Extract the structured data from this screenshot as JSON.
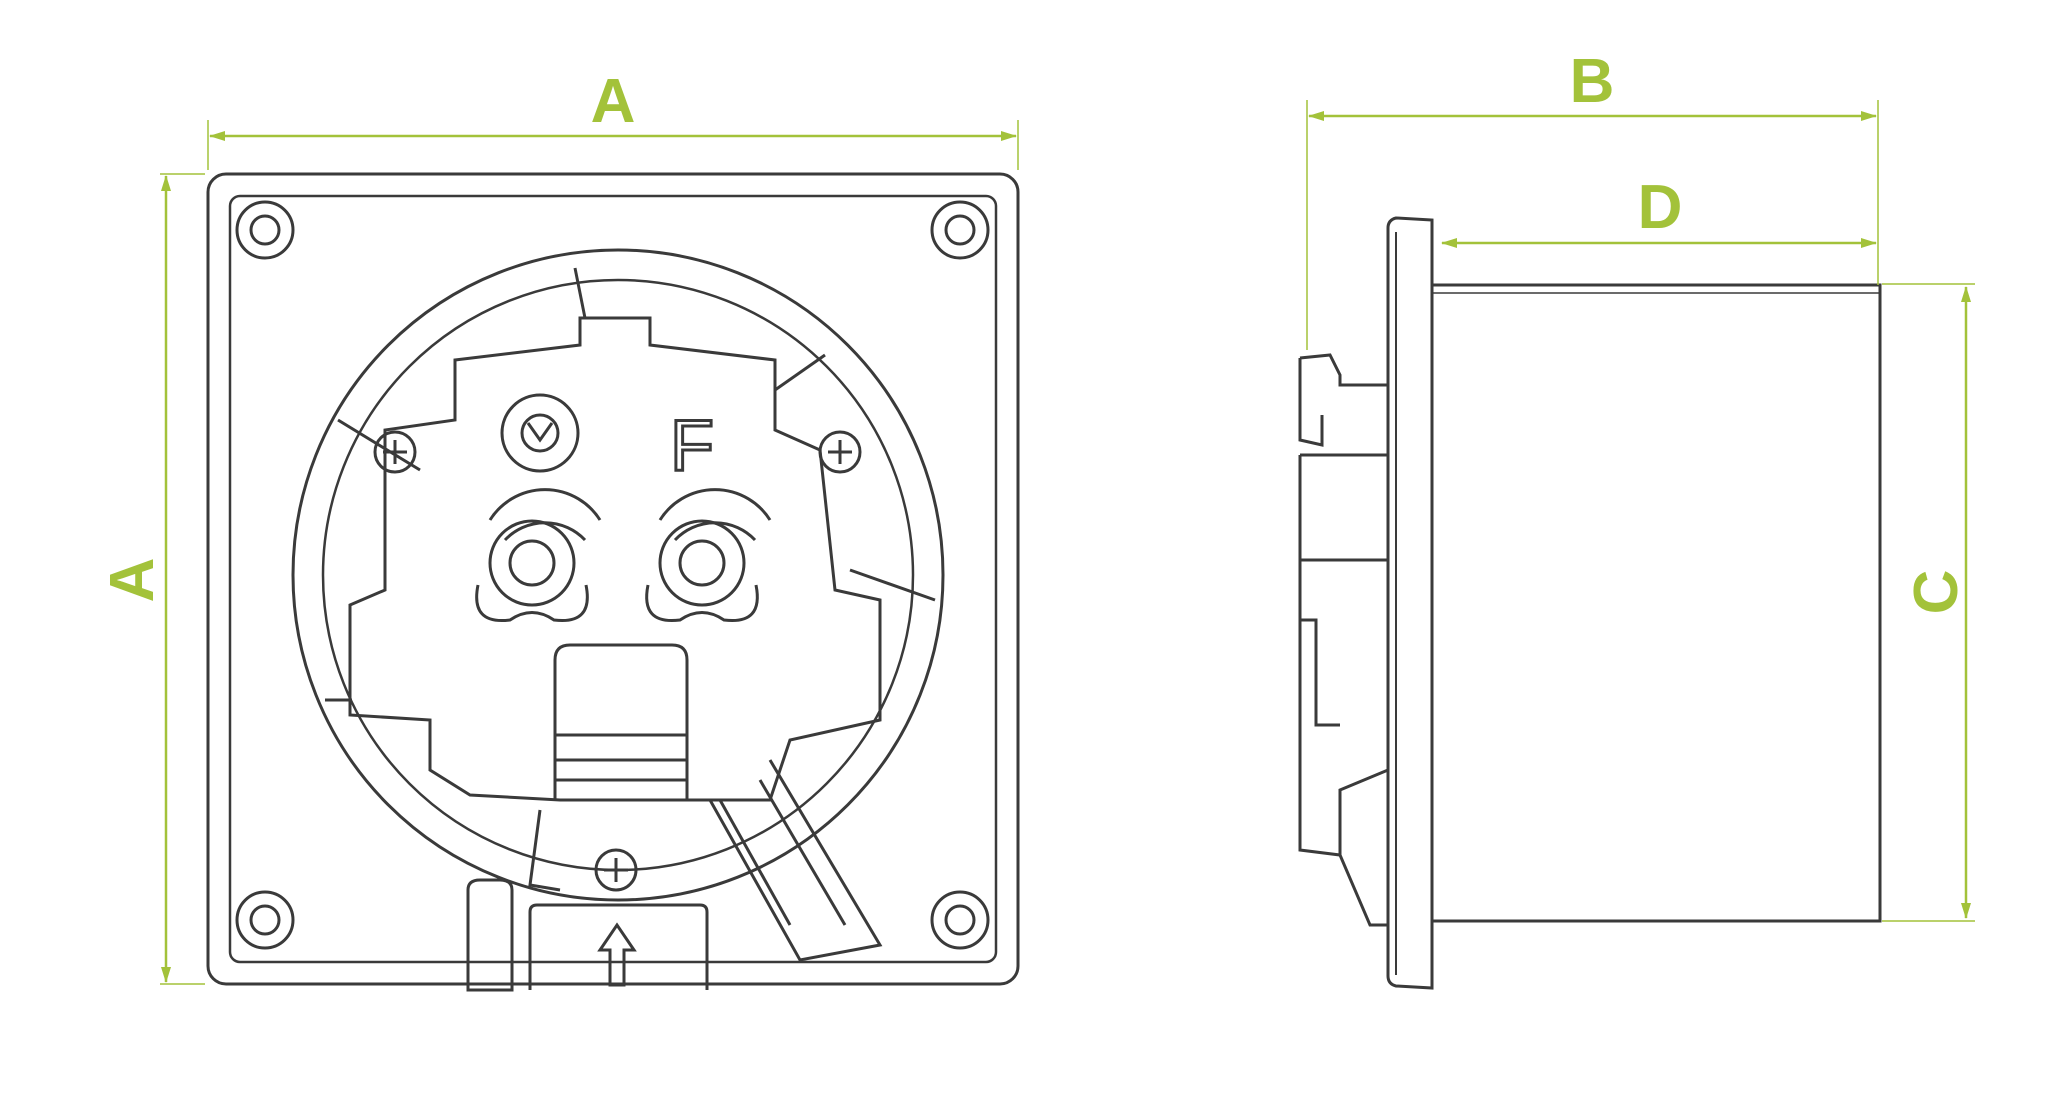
{
  "colors": {
    "line": "#3a3a3a",
    "dimension": "#a3c23a",
    "background": "#ffffff"
  },
  "front_view": {
    "width_label": "A",
    "height_label": "A",
    "panel_marking": "F",
    "icons": [
      "clock-icon",
      "screw-icon",
      "up-arrow-icon"
    ]
  },
  "side_view": {
    "overall_depth_label": "B",
    "duct_depth_label": "D",
    "duct_diameter_label": "C"
  }
}
